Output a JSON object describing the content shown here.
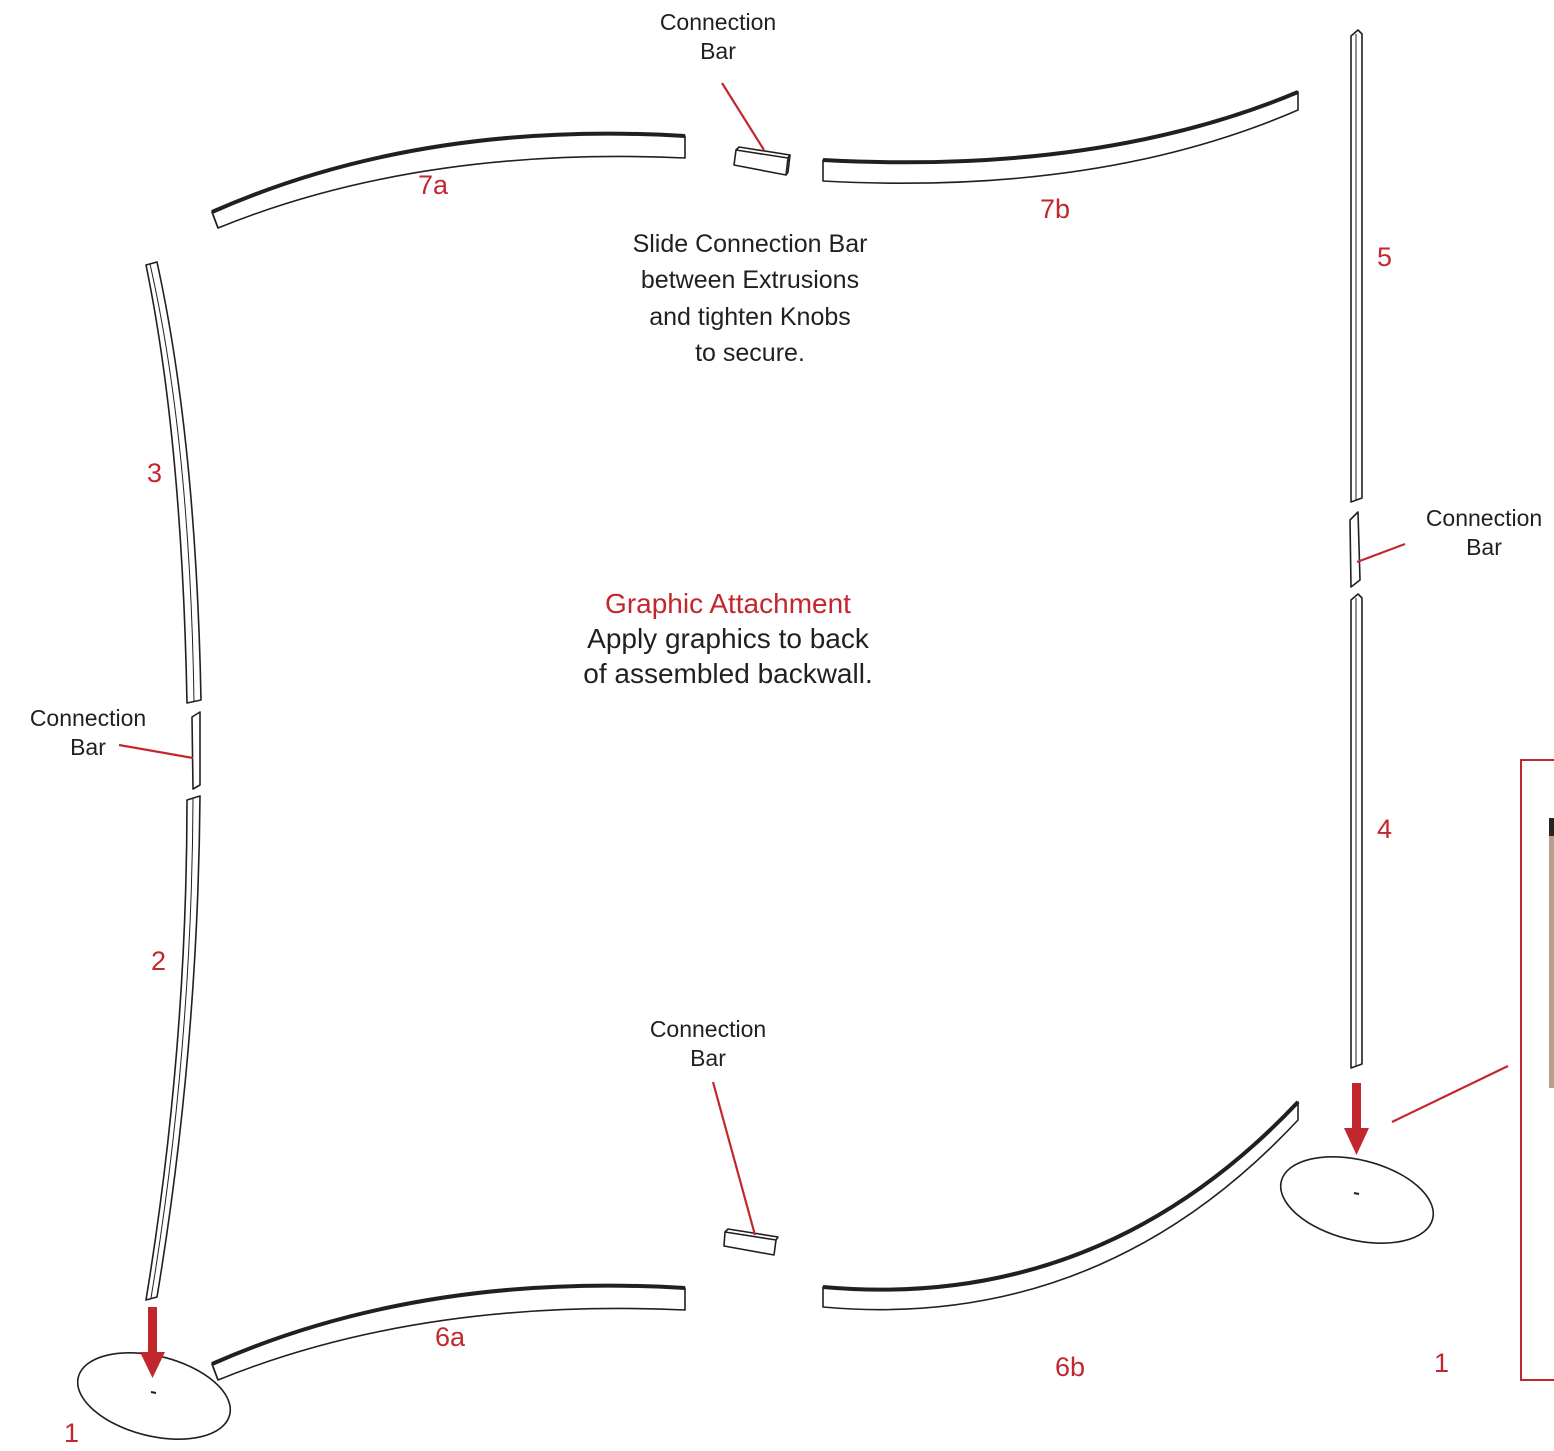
{
  "labels": {
    "connection": "Connection",
    "bar": "Bar"
  },
  "parts": {
    "p1": "1",
    "p2": "2",
    "p3": "3",
    "p4": "4",
    "p5": "5",
    "p6a": "6a",
    "p6b": "6b",
    "p7a": "7a",
    "p7b": "7b"
  },
  "instructions": {
    "slide": [
      "Slide Connection Bar",
      "between Extrusions",
      "and tighten Knobs",
      "to secure."
    ],
    "graphic_title": "Graphic Attachment",
    "graphic_text": [
      "Apply graphics to back",
      "of assembled backwall."
    ]
  },
  "colors": {
    "accent_red": "#c1272d",
    "line": "#231f20"
  },
  "icons": [
    "down-arrow-icon",
    "base-plate-icon"
  ]
}
